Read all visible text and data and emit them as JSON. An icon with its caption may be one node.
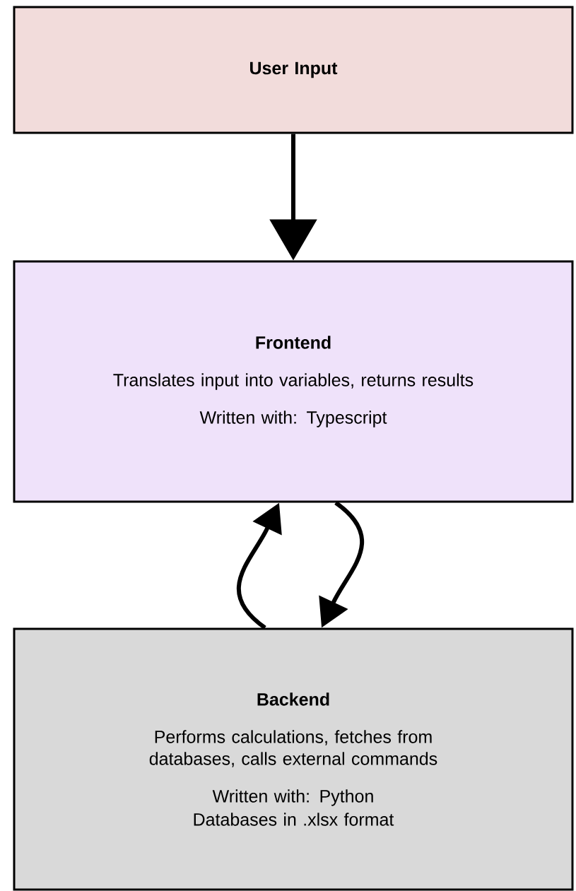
{
  "diagram": {
    "nodes": [
      {
        "text": [
          "User Input"
        ]
      },
      {
        "text": [
          "Frontend",
          "Translates input into variables, returns results",
          "Written with: Typescript"
        ]
      },
      {
        "text": [
          "Backend",
          "Performs calculations, fetches from databases, calls external commands",
          "Written with: Python",
          "Databases in .xlsx format"
        ]
      }
    ],
    "edges": [
      {
        "from": 0,
        "to": 1,
        "arrow": "to"
      },
      {
        "from": 2,
        "to": 1,
        "arrow": "to"
      },
      {
        "from": 1,
        "to": 2,
        "arrow": "to"
      }
    ]
  }
}
